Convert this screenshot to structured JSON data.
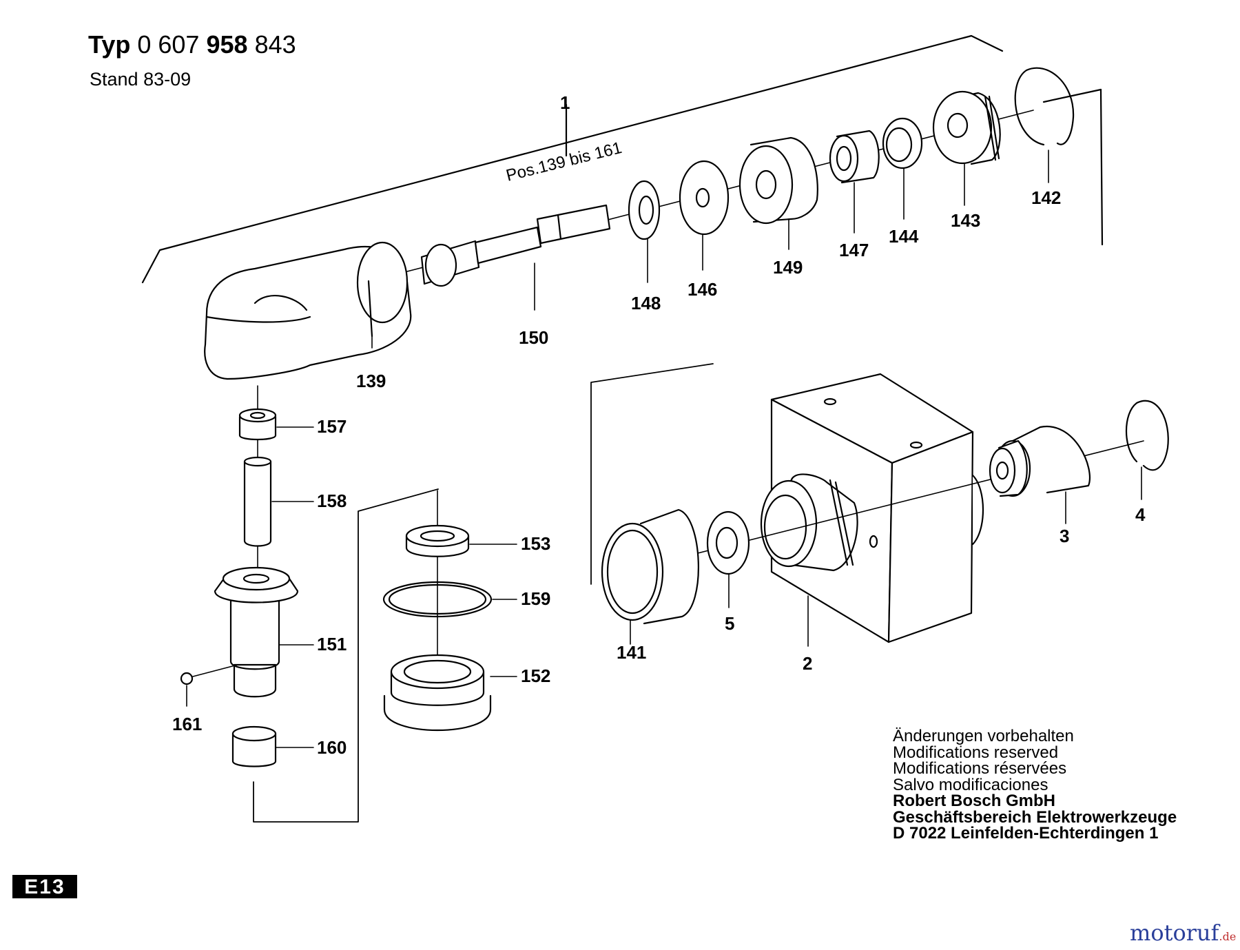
{
  "header": {
    "typ_label": "Typ",
    "typ_number_a": "0 607",
    "typ_number_b": "958",
    "typ_number_c": "843",
    "stand_label": "Stand",
    "stand_value": "83-09"
  },
  "assembly": {
    "number": "1",
    "range_text": "Pos.139 bis 161"
  },
  "part_labels": [
    "1",
    "142",
    "143",
    "144",
    "147",
    "149",
    "146",
    "148",
    "150",
    "139",
    "157",
    "158",
    "153",
    "159",
    "151",
    "152",
    "161",
    "160",
    "141",
    "5",
    "2",
    "3",
    "4"
  ],
  "notice": {
    "line1": "Änderungen vorbehalten",
    "line2": "Modifications reserved",
    "line3": "Modifications réservées",
    "line4": "Salvo modificaciones",
    "company1": "Robert Bosch GmbH",
    "company2": "Geschäftsbereich Elektrowerkzeuge",
    "company3": "D 7022 Leinfelden-Echterdingen 1"
  },
  "page_code": "E13",
  "watermark": {
    "main": "motoruf",
    "suffix": ".de"
  }
}
